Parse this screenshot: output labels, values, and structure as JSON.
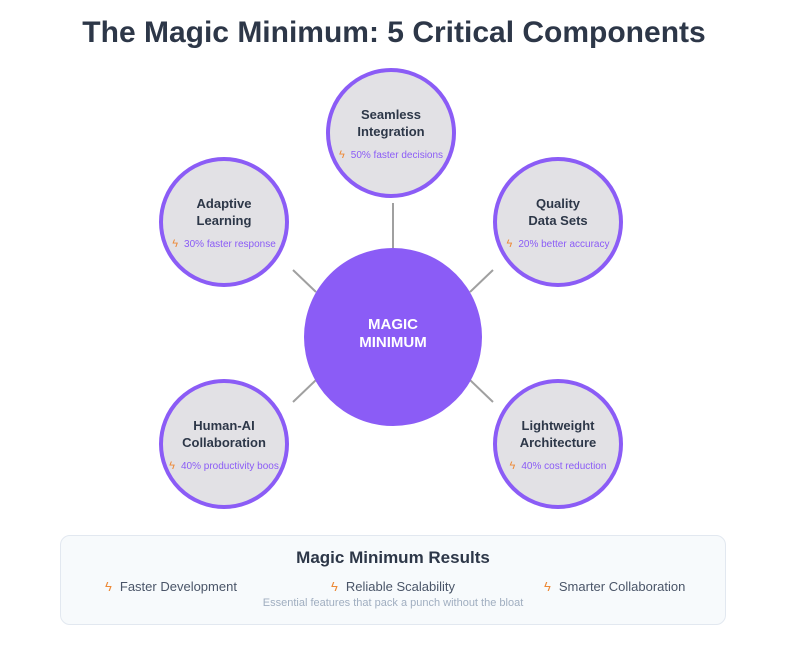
{
  "title": "The Magic Minimum: 5 Critical Components",
  "hub": {
    "line1": "MAGIC",
    "line2": "MINIMUM",
    "color": "#8b5cf6"
  },
  "components": [
    {
      "line1": "Seamless",
      "line2": "Integration",
      "metric": "50% faster decisions",
      "icon": "lightning-icon"
    },
    {
      "line1": "Quality",
      "line2": "Data Sets",
      "metric": "20% better accuracy",
      "icon": "lightning-icon"
    },
    {
      "line1": "Lightweight",
      "line2": "Architecture",
      "metric": "40% cost reduction",
      "icon": "lightning-icon"
    },
    {
      "line1": "Human-AI",
      "line2": "Collaboration",
      "metric": "40% productivity boos",
      "icon": "lightning-icon"
    },
    {
      "line1": "Adaptive",
      "line2": "Learning",
      "metric": "30% faster response",
      "icon": "lightning-icon"
    }
  ],
  "results": {
    "title": "Magic Minimum Results",
    "items": [
      "Faster Development",
      "Reliable Scalability",
      "Smarter Collaboration"
    ],
    "caption": "Essential features that pack a punch without the bloat"
  },
  "colors": {
    "accent": "#8b5cf6",
    "node_fill": "#e2e1e5",
    "bolt": "#ed8936",
    "connector": "#a0a0a0"
  }
}
